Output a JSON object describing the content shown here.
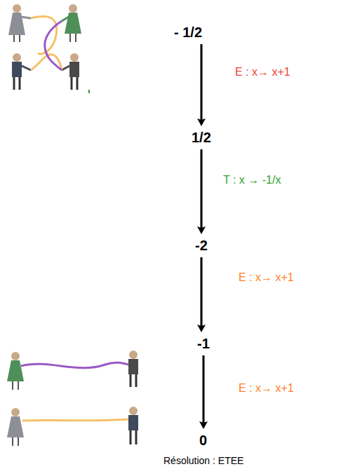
{
  "diagram": {
    "caption": "Résolution : ETEE",
    "nodes": [
      {
        "text": [
          "- 1/2"
        ]
      },
      {
        "text": [
          "1/2"
        ]
      },
      {
        "text": [
          "-2"
        ]
      },
      {
        "text": [
          "-1"
        ]
      },
      {
        "text": [
          "0"
        ]
      }
    ],
    "edges": [
      {
        "from": 0,
        "to": 1,
        "arrow": "to",
        "label": "E : x→ x+1"
      },
      {
        "from": 1,
        "to": 2,
        "arrow": "to",
        "label": "T : x → -1/x"
      },
      {
        "from": 2,
        "to": 3,
        "arrow": "to",
        "label": "E : x→ x+1"
      },
      {
        "from": 3,
        "to": 4,
        "arrow": "to",
        "label": "E : x→ x+1"
      }
    ]
  }
}
